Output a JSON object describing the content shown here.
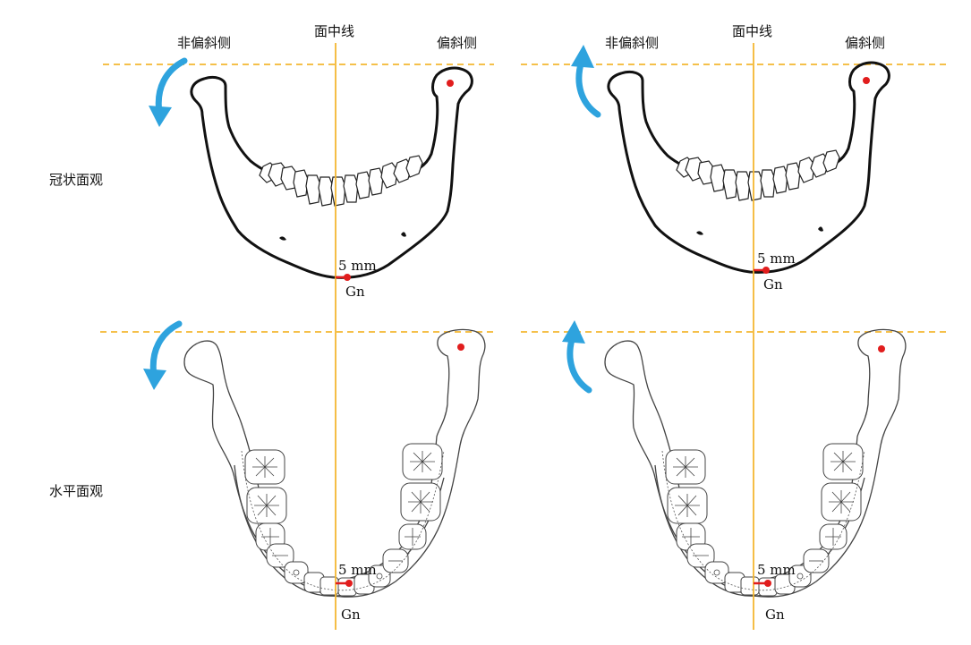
{
  "labels": {
    "non_deviated_side": "非偏斜侧",
    "facial_midline": "面中线",
    "deviated_side": "偏斜侧",
    "coronal_view": "冠状面观",
    "horizontal_view": "水平面观",
    "distance": "5 mm",
    "gn": "Gn"
  },
  "colors": {
    "midline": "#f4b731",
    "reference_dashed_line": "#f4b731",
    "arrow": "#2ea3de",
    "landmark_point": "#e11d1d",
    "outline": "#111111"
  },
  "icons": {
    "rotation_down": "curved-arrow-down-icon",
    "rotation_up": "curved-arrow-up-icon"
  }
}
